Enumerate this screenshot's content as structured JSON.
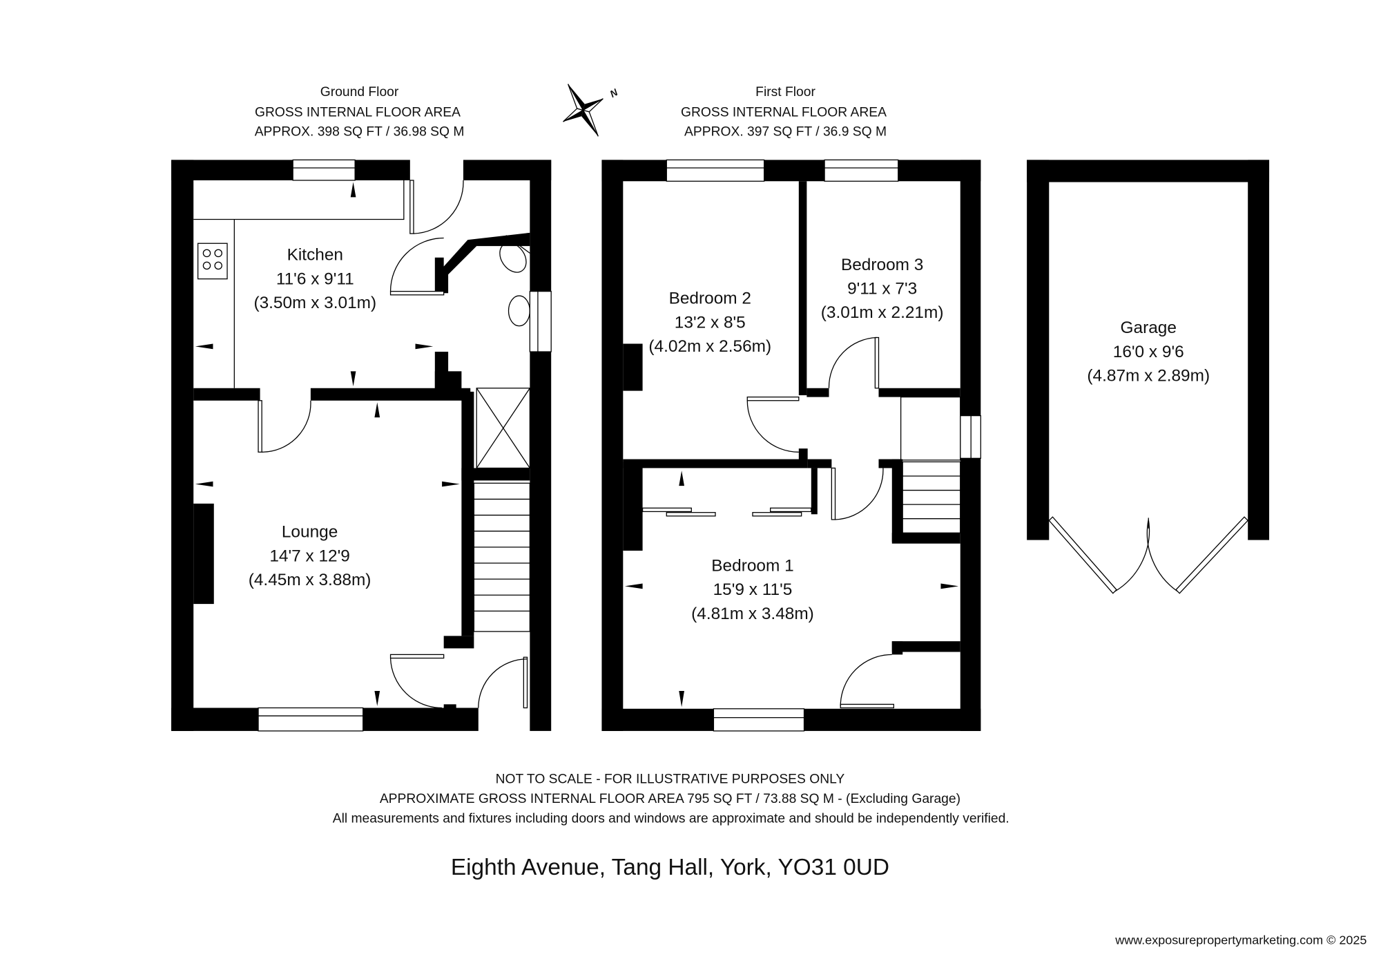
{
  "ground_floor": {
    "title": "Ground Floor",
    "area_label": "GROSS INTERNAL FLOOR AREA",
    "area_value": "APPROX. 398 SQ FT / 36.98 SQ M",
    "rooms": [
      {
        "name": "Kitchen",
        "imperial": "11'6 x 9'11",
        "metric": "(3.50m x 3.01m)"
      },
      {
        "name": "Lounge",
        "imperial": "14'7 x 12'9",
        "metric": "(4.45m x 3.88m)"
      }
    ]
  },
  "first_floor": {
    "title": "First Floor",
    "area_label": "GROSS INTERNAL FLOOR AREA",
    "area_value": "APPROX. 397 SQ FT / 36.9 SQ M",
    "rooms": [
      {
        "name": "Bedroom 2",
        "imperial": "13'2 x 8'5",
        "metric": "(4.02m x 2.56m)"
      },
      {
        "name": "Bedroom 3",
        "imperial": "9'11 x 7'3",
        "metric": "(3.01m x 2.21m)"
      },
      {
        "name": "Bedroom 1",
        "imperial": "15'9 x 11'5",
        "metric": "(4.81m x 3.48m)"
      }
    ]
  },
  "garage": {
    "name": "Garage",
    "imperial": "16'0 x 9'6",
    "metric": "(4.87m x 2.89m)"
  },
  "compass": {
    "icon": "compass-north-icon",
    "label": "N"
  },
  "footer": {
    "disclaimer": "NOT TO SCALE - FOR ILLUSTRATIVE PURPOSES ONLY",
    "total_area": "APPROXIMATE GROSS INTERNAL FLOOR AREA 795 SQ FT / 73.88 SQ M - (Excluding Garage)",
    "verification": "All measurements and fixtures including doors and windows are approximate and should be independently verified.",
    "address": "Eighth Avenue, Tang Hall, York, YO31 0UD",
    "website": "www.exposurepropertymarketing.com © 2025"
  }
}
